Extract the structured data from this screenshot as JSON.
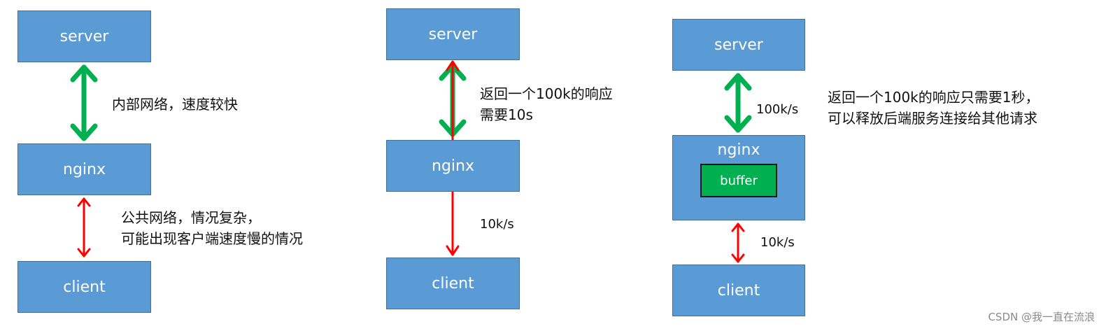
{
  "panel1": {
    "server": "server",
    "nginx": "nginx",
    "client": "client",
    "note_internal": "内部网络，速度较快",
    "note_public_line1": "公共网络，情况复杂，",
    "note_public_line2": "可能出现客户端速度慢的情况"
  },
  "panel2": {
    "server": "server",
    "nginx": "nginx",
    "client": "client",
    "note_line1": "返回一个100k的响应",
    "note_line2": "需要10s",
    "speed": "10k/s"
  },
  "panel3": {
    "server": "server",
    "nginx": "nginx",
    "buffer": "buffer",
    "client": "client",
    "speed_top": "100k/s",
    "speed_bottom": "10k/s",
    "note_line1": "返回一个100k的响应只需要1秒，",
    "note_line2": "可以释放后端服务连接给其他请求"
  },
  "watermark": "CSDN @我一直在流浪",
  "colors": {
    "box_fill": "#5b9bd5",
    "box_border": "#41719c",
    "green_arrow": "#00b050",
    "red_arrow": "#ff0000",
    "buffer_fill": "#00b050"
  }
}
